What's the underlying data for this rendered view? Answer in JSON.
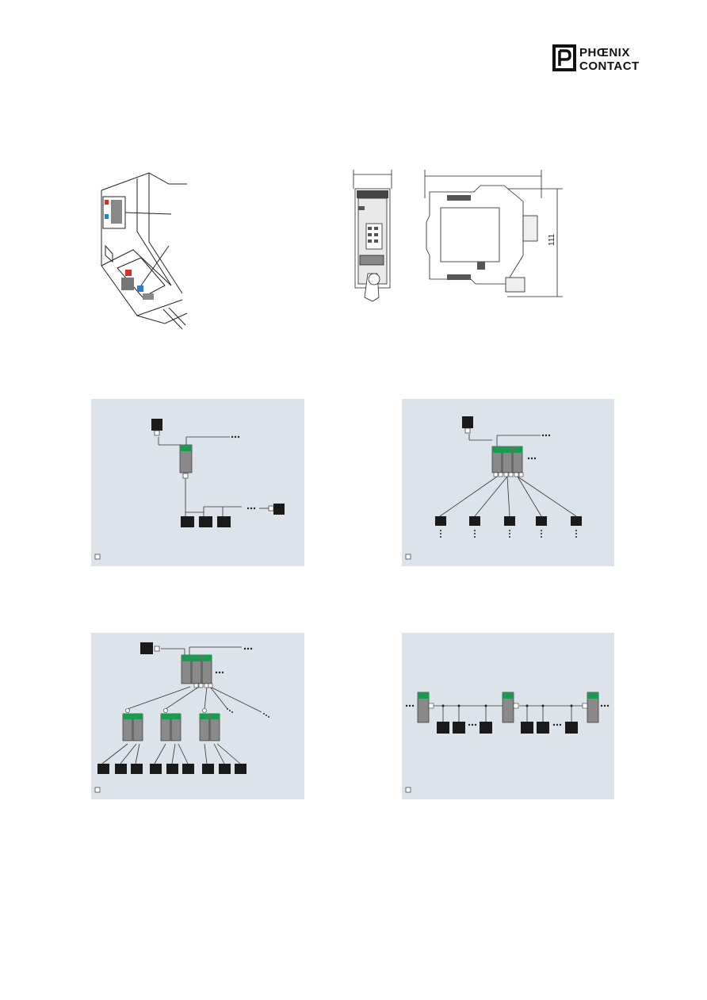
{
  "logo": {
    "line1": "PHŒNIX",
    "line2": "CONTACT"
  },
  "dimension_drawing": {
    "height_label": "111"
  },
  "colors": {
    "module_green": "#1a9b4f",
    "module_gray": "#8a8a8a",
    "device_black": "#1a1a1a",
    "panel_bg": "#dde3ea",
    "connector_red": "#d43030",
    "connector_blue": "#2a80c8"
  }
}
